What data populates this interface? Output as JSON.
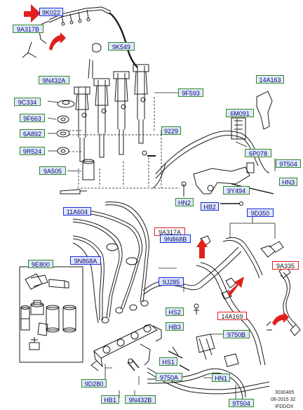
{
  "colors": {
    "green_frame": "#2e8b22",
    "blue_frame": "#1a2bd6",
    "red_frame": "#e0201c",
    "label_fill": "#dfe8ff",
    "arrow_red": "#e0201c",
    "line": "#1a1a1a"
  },
  "labels": {
    "9K022": "9K022",
    "9A317B": "9A317B",
    "9K549": "9K549",
    "9N432A": "9N432A",
    "9F593": "9F593",
    "14A163": "14A163",
    "9C334": "9C334",
    "9F663": "9F663",
    "6A892": "6A892",
    "9R524": "9R524",
    "9229": "9229",
    "6M091": "6M091",
    "6P078": "6P078",
    "9T504a": "9T504",
    "HN3": "HN3",
    "9A505": "9A505",
    "9Y494": "9Y494",
    "HN2": "HN2",
    "HB2": "HB2",
    "11A604": "11A604",
    "9D350": "9D350",
    "9A317A": "9A317A",
    "9N868A": "9N868A",
    "9N868B": "9N868B",
    "9E800": "9E800",
    "9A335": "9A335",
    "9J285": "9J285",
    "HS2": "HS2",
    "14A169": "14A169",
    "HB3": "HB3",
    "9750B": "9750B",
    "HS1": "HS1",
    "9D280": "9D280",
    "9750A": "9750A",
    "HN1": "HN1",
    "HB1": "HB1",
    "9N432B": "9N432B",
    "9T504b": "9T504"
  },
  "footer": {
    "code": "3030405",
    "date": "08-2015 32",
    "ref": "IFDDOX"
  }
}
